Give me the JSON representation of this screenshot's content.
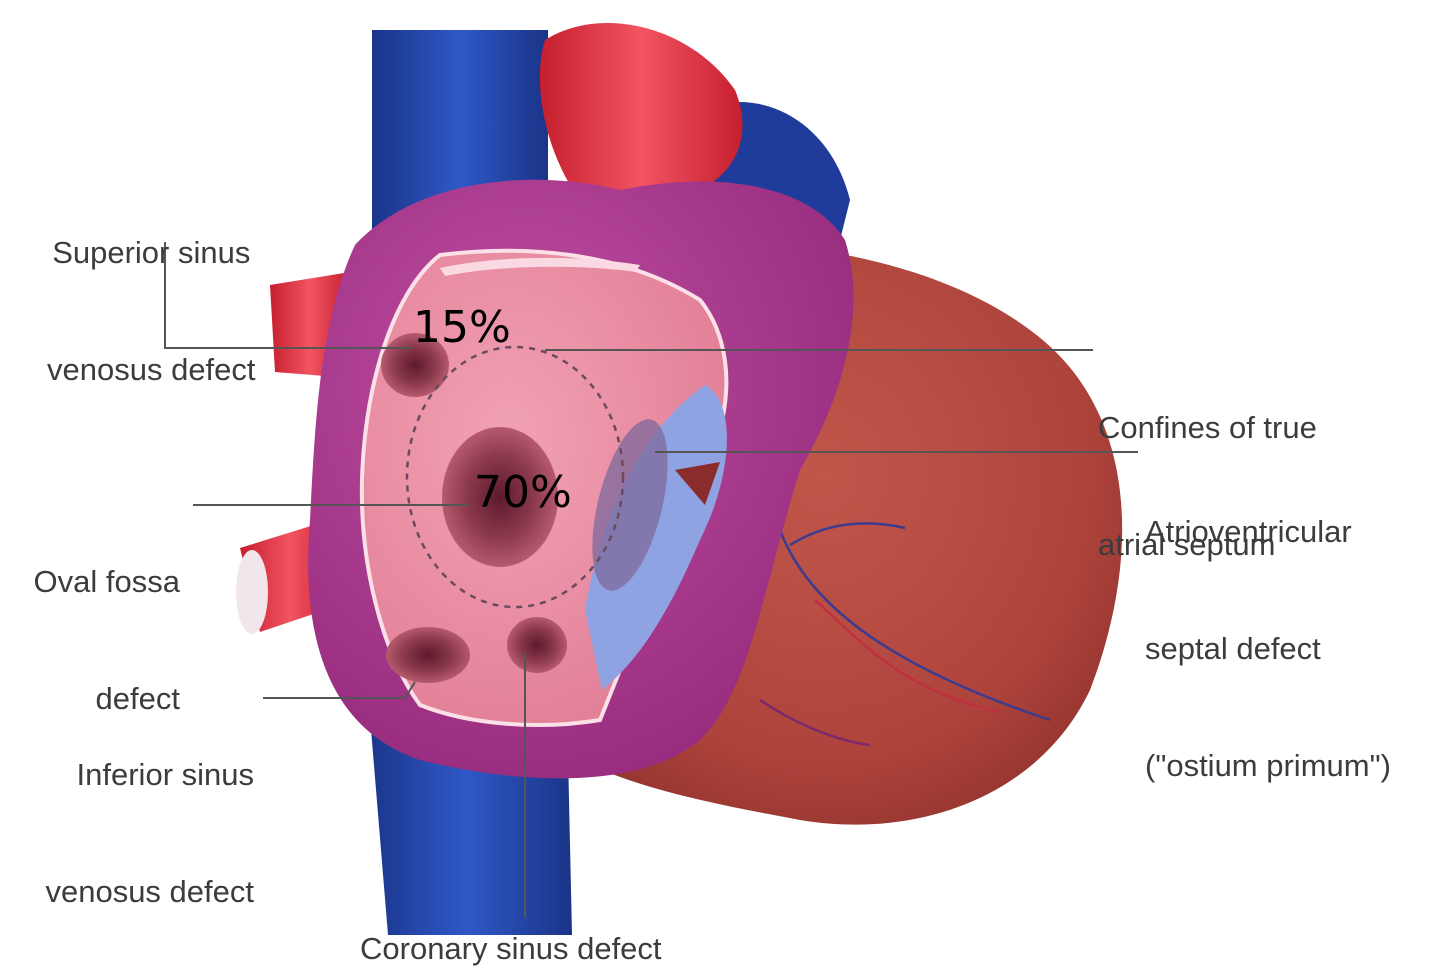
{
  "labels": {
    "superior_sinus": [
      "Superior sinus",
      "venosus defect"
    ],
    "oval_fossa": [
      "Oval fossa",
      "defect"
    ],
    "inferior_sinus": [
      "Inferior sinus",
      "venosus defect"
    ],
    "coronary_sinus": "Coronary sinus defect",
    "true_septum": [
      "Confines of true",
      "atrial septum"
    ],
    "avsd": [
      "Atrioventricular",
      "septal defect",
      "(\"ostium primum\")"
    ]
  },
  "percentages": {
    "superior": "15%",
    "oval": "70%"
  },
  "colors": {
    "atrium_wall": "#a8388c",
    "septum": "#e9879d",
    "ventricle": "#b2463e",
    "vein": "#1d3fa0",
    "artery": "#e2353f",
    "avsd_window": "#8a9ce0",
    "leader_line": "#555555"
  }
}
